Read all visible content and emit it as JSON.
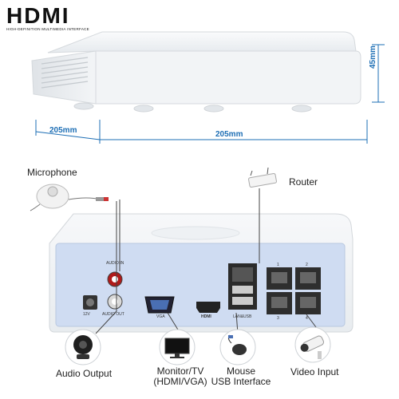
{
  "logo": {
    "text": "HDMI",
    "tagline": "HIGH-DEFINITION MULTIMEDIA INTERFACE"
  },
  "dimensions": {
    "width": "205mm",
    "depth": "205mm",
    "height": "45mm"
  },
  "callouts": {
    "microphone": "Microphone",
    "router": "Router",
    "audio_output": "Audio Output",
    "monitor_line1": "Monitor/TV",
    "monitor_line2": "(HDMI/VGA)",
    "mouse_line1": "Mouse",
    "mouse_line2": "USB Interface",
    "video_input": "Video Input"
  },
  "back_panel": {
    "audio_in": "AUDIO IN",
    "audio_out": "AUDIO OUT",
    "power": "12V",
    "vga": "VGA",
    "hdmi": "HDMI",
    "lan_usb": "LAN&USB",
    "poe_ports": [
      "1",
      "2",
      "3",
      "4"
    ]
  },
  "colors": {
    "dimension_line": "#1e6fb5",
    "device_body": "#f4f6f8",
    "back_panel": "#cfdcf2"
  }
}
